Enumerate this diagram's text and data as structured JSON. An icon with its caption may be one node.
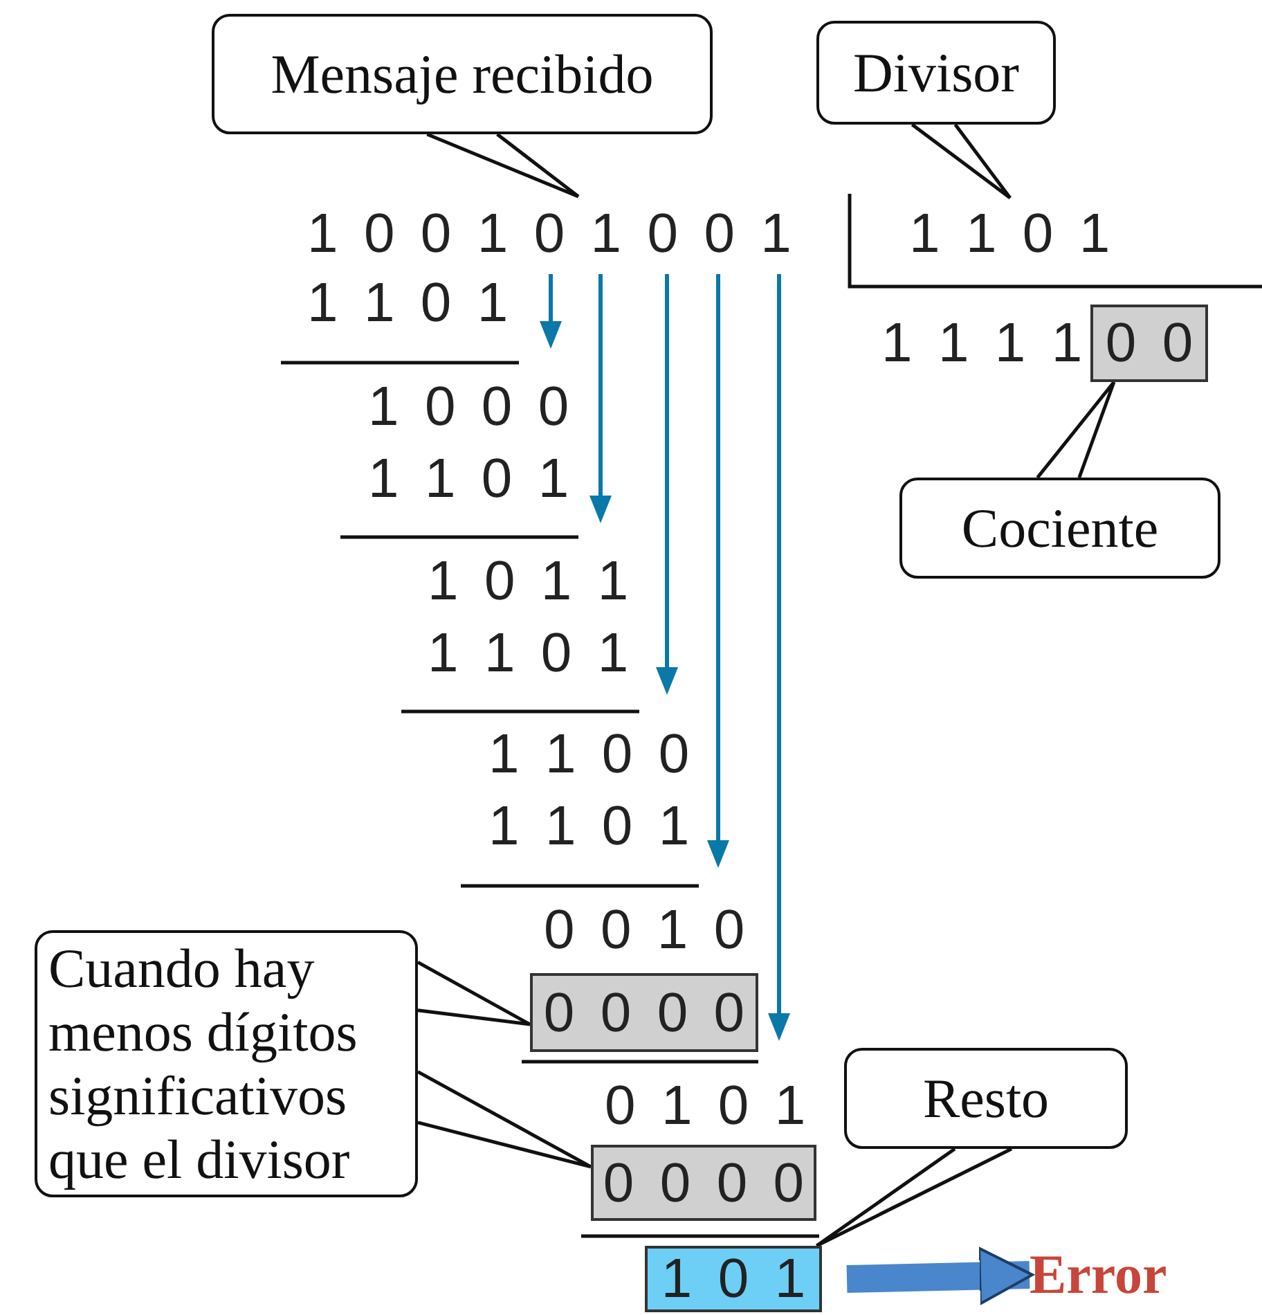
{
  "diagram": {
    "nodes": [
      {
        "text": [
          "Mensaje recibido"
        ]
      },
      {
        "text": [
          "Divisor"
        ]
      },
      {
        "text": [
          "0 0"
        ]
      },
      {
        "text": [
          "Cociente"
        ]
      },
      {
        "text": [
          "Cuando hay menos dígitos significativos que el divisor"
        ]
      },
      {
        "text": [
          "0 0 0 0"
        ]
      },
      {
        "text": [
          "0 0 0 0"
        ]
      },
      {
        "text": [
          "1 0 1"
        ]
      },
      {
        "text": [
          "Resto"
        ]
      },
      {
        "text": [
          "Error"
        ]
      }
    ],
    "edges": [
      {
        "from": 0,
        "to": null,
        "arrow": "none"
      },
      {
        "from": 1,
        "to": null,
        "arrow": "none"
      },
      {
        "from": 3,
        "to": 2,
        "arrow": "none"
      },
      {
        "from": 4,
        "to": 5,
        "arrow": "none"
      },
      {
        "from": 4,
        "to": 6,
        "arrow": "none"
      },
      {
        "from": 8,
        "to": 7,
        "arrow": "none"
      },
      {
        "from": 7,
        "to": 9,
        "arrow": "to",
        "style": "thick",
        "color": "#4a86cc"
      }
    ],
    "labels": [
      "1 0 0 1 0 1 0 0 1",
      "1 1 0 1",
      "1 1 0 1",
      "1 1 1 1",
      "1 0 0 0",
      "1 1 0 1",
      "1 0 1 1",
      "1 1 0 1",
      "1 1 0 0",
      "1 1 0 1",
      "0 0 1 0",
      "0 1 0 1"
    ]
  }
}
